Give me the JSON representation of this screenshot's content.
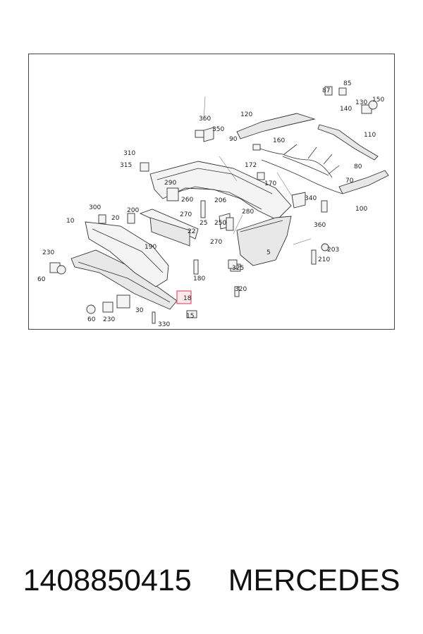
{
  "diagram": {
    "labels": [
      "85",
      "87",
      "130",
      "150",
      "140",
      "360",
      "350",
      "120",
      "110",
      "90",
      "160",
      "80",
      "310",
      "315",
      "172",
      "290",
      "170",
      "70",
      "340",
      "100",
      "206",
      "280",
      "260",
      "270",
      "25",
      "250",
      "360",
      "300",
      "20",
      "200",
      "10",
      "22",
      "190",
      "270",
      "5",
      "203",
      "230",
      "60",
      "325",
      "210",
      "180",
      "320",
      "18",
      "30",
      "60",
      "230",
      "330",
      "15"
    ],
    "highlighted_label": "18"
  },
  "caption": {
    "part_number": "1408850415",
    "brand": "MERCEDES"
  }
}
